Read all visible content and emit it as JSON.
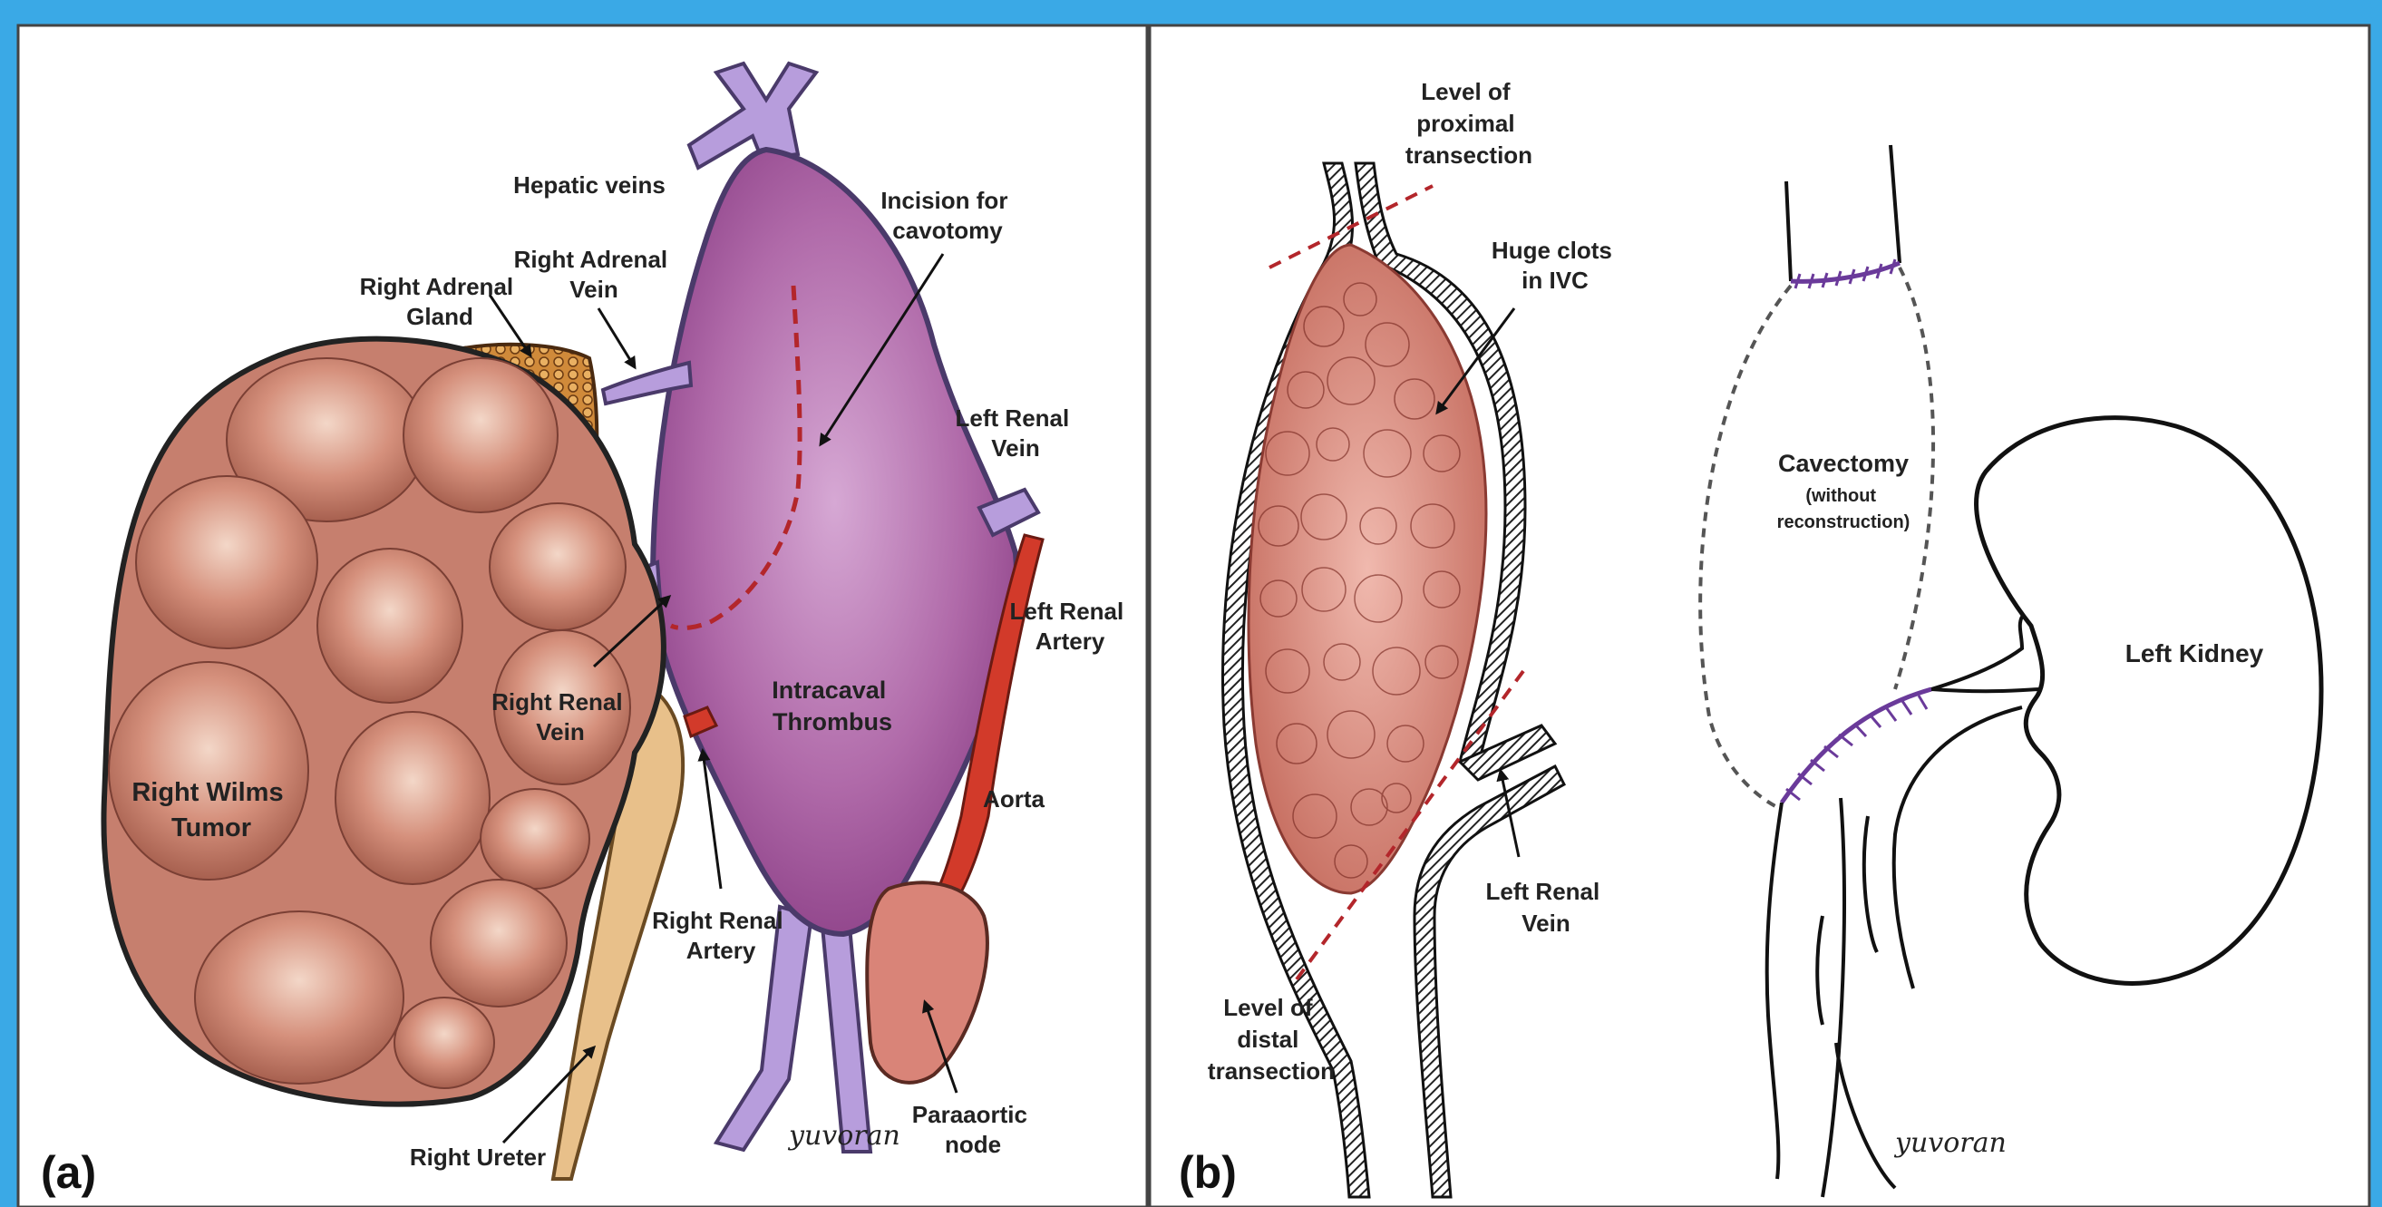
{
  "panel_a": {
    "tag": "(a)",
    "labels": {
      "hepatic_veins": "Hepatic veins",
      "right_adrenal_vein": [
        "Right Adrenal",
        "Vein"
      ],
      "right_adrenal_gland": [
        "Right Adrenal",
        "Gland"
      ],
      "incision": [
        "Incision for",
        "cavotomy"
      ],
      "left_renal_vein": [
        "Left Renal",
        "Vein"
      ],
      "left_renal_artery": [
        "Left Renal",
        "Artery"
      ],
      "right_renal_vein": [
        "Right Renal",
        "Vein"
      ],
      "intracaval_thrombus": [
        "Intracaval",
        "Thrombus"
      ],
      "right_wilms_tumor": [
        "Right Wilms",
        "Tumor"
      ],
      "aorta": "Aorta",
      "right_renal_artery": [
        "Right Renal",
        "Artery"
      ],
      "paraaortic_node": [
        "Paraaortic",
        "node"
      ],
      "right_ureter": "Right Ureter"
    },
    "signature": "yuvoran"
  },
  "panel_b": {
    "tag": "(b)",
    "labels": {
      "proximal": [
        "Level of",
        "proximal",
        "transection"
      ],
      "huge_clots": [
        "Huge clots",
        "in IVC"
      ],
      "left_renal_vein": [
        "Left Renal",
        "Vein"
      ],
      "distal": [
        "Level of",
        "distal",
        "transection"
      ],
      "cavectomy": "Cavectomy",
      "cavectomy_note": [
        "(without",
        "reconstruction)"
      ],
      "left_kidney": "Left Kidney"
    },
    "signature": "yuvoran"
  },
  "colors": {
    "background": "#3aa9e6",
    "panel": "#ffffff",
    "tumor": "#c67f6e",
    "vein": "#b79ddc",
    "thrombus": "#a55ba0",
    "artery": "#d23a2a",
    "ureter": "#e8c08a",
    "gland": "#c8702a",
    "clot": "#d98a80",
    "incision": "#b3262b",
    "suture": "#6a3a9a"
  }
}
